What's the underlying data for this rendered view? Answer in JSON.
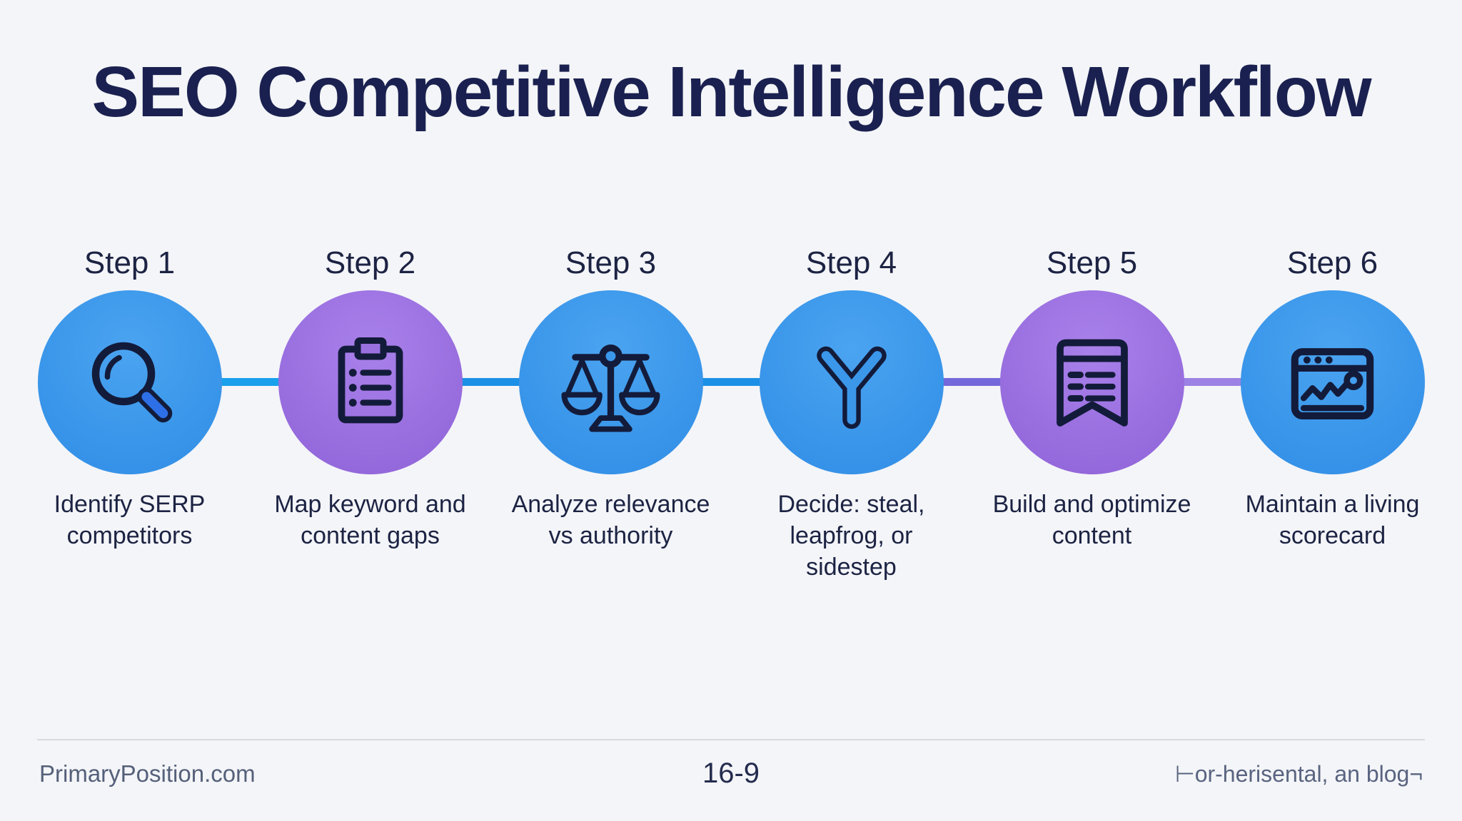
{
  "title": {
    "text": "SEO Competitive Intelligence Workflow",
    "color": "#1a2150"
  },
  "steps": [
    {
      "label": "Step 1",
      "caption": "Identify SERP\ncompetitors",
      "circle_color": "#3b97ea",
      "icon": "search-magnifier-icon"
    },
    {
      "label": "Step 2",
      "caption": "Map keyword and\ncontent gaps",
      "circle_color": "#9a70e0",
      "icon": "clipboard-checklist-icon"
    },
    {
      "label": "Step 3",
      "caption": "Analyze relevance\nvs authority",
      "circle_color": "#3b97ea",
      "icon": "balance-scale-icon"
    },
    {
      "label": "Step 4",
      "caption": "Decide: steal,\nleapfrog, or\nsidestep",
      "circle_color": "#3b97ea",
      "icon": "decision-branch-icon"
    },
    {
      "label": "Step 5",
      "caption": "Build and optimize\ncontent",
      "circle_color": "#9a70e0",
      "icon": "bookmark-notes-icon"
    },
    {
      "label": "Step 6",
      "caption": "Maintain a living\nscorecard",
      "circle_color": "#3b97ea",
      "icon": "dashboard-chart-icon"
    }
  ],
  "connectors": [
    {
      "from": "step-1",
      "to": "step-2",
      "color": "#18a0ec"
    },
    {
      "from": "step-2",
      "to": "step-3",
      "color": "#1b90e6"
    },
    {
      "from": "step-3",
      "to": "step-4",
      "color": "#1b90e6"
    },
    {
      "from": "step-4",
      "to": "step-5",
      "color": "#7468da"
    },
    {
      "from": "step-5",
      "to": "step-6",
      "color": "#9c82e4"
    }
  ],
  "colors": {
    "background": "#f4f5f8",
    "icon_stroke": "#131b3a",
    "magnifier_handle_fill": "#2d6fe6",
    "text_navy": "#1c2343",
    "footer_gray": "#55607a"
  },
  "footer": {
    "left": "PrimaryPosition.com",
    "center": "16-9",
    "right": "⊢or-herisental, an blog¬"
  }
}
